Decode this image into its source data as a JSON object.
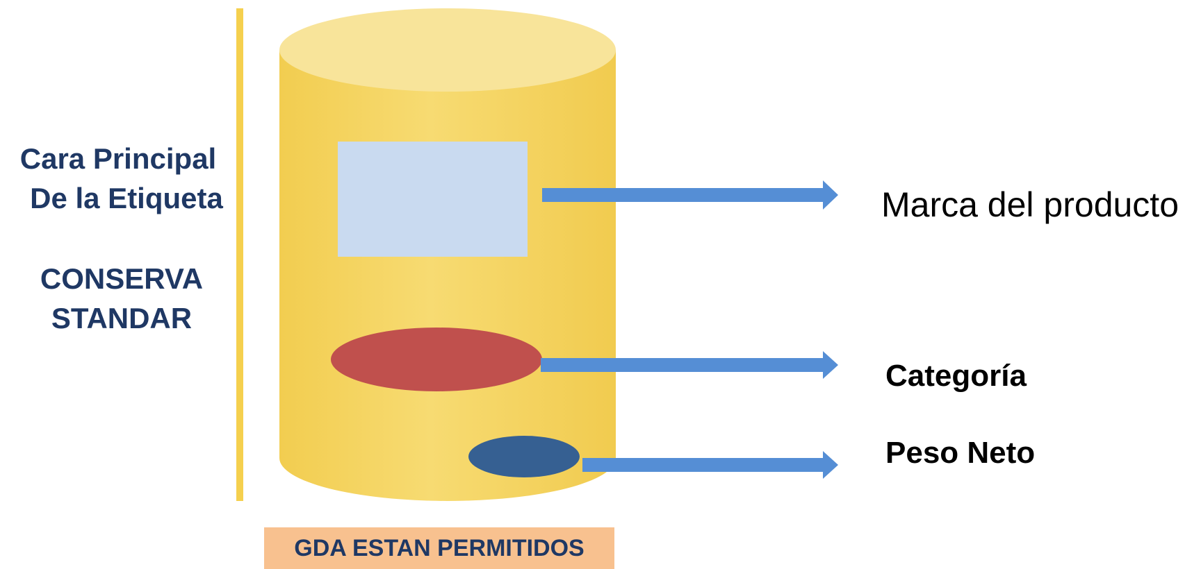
{
  "left_panel": {
    "heading_line1": "Cara Principal",
    "heading_line2": "De la Etiqueta",
    "subtitle_line1": "CONSERVA",
    "subtitle_line2": "STANDAR"
  },
  "callouts": {
    "brand": "Marca del producto",
    "category": "Categoría",
    "net_weight": "Peso Neto"
  },
  "footer": {
    "note": "GDA ESTAN PERMITIDOS"
  },
  "colors": {
    "heading_text": "#1f3864",
    "divider": "#f5d04e",
    "can_body": "#f5d35c",
    "can_top": "#f8e49a",
    "brand_panel": "#c9daf0",
    "category_oval": "#c0504d",
    "weight_oval": "#366092",
    "arrow": "#558ed5",
    "footer_box": "#f8c18f"
  }
}
